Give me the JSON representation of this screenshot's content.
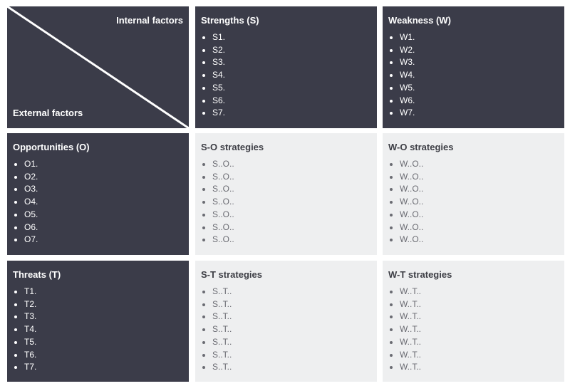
{
  "corner": {
    "internal_label": "Internal factors",
    "external_label": "External factors"
  },
  "strengths": {
    "title": "Strengths (S)",
    "items": [
      "S1.",
      "S2.",
      "S3.",
      "S4.",
      "S5.",
      "S6.",
      "S7."
    ]
  },
  "weakness": {
    "title": "Weakness (W)",
    "items": [
      "W1.",
      "W2.",
      "W3.",
      "W4.",
      "W5.",
      "W6.",
      "W7."
    ]
  },
  "opportunities": {
    "title": "Opportunities (O)",
    "items": [
      "O1.",
      "O2.",
      "O3.",
      "O4.",
      "O5.",
      "O6.",
      "O7."
    ]
  },
  "threats": {
    "title": "Threats (T)",
    "items": [
      "T1.",
      "T2.",
      "T3.",
      "T4.",
      "T5.",
      "T6.",
      "T7."
    ]
  },
  "so": {
    "title": "S-O strategies",
    "items": [
      "S..O..",
      "S..O..",
      "S..O..",
      "S..O..",
      "S..O..",
      "S..O..",
      "S..O.."
    ]
  },
  "wo": {
    "title": "W-O strategies",
    "items": [
      "W..O..",
      "W..O..",
      "W..O..",
      "W..O..",
      "W..O..",
      "W..O..",
      "W..O.."
    ]
  },
  "st": {
    "title": "S-T strategies",
    "items": [
      "S..T..",
      "S..T..",
      "S..T..",
      "S..T..",
      "S..T..",
      "S..T..",
      "S..T.."
    ]
  },
  "wt": {
    "title": "W-T strategies",
    "items": [
      "W..T..",
      "W..T..",
      "W..T..",
      "W..T..",
      "W..T..",
      "W..T..",
      "W..T.."
    ]
  },
  "colors": {
    "dark_cell": "#3b3c49",
    "light_cell": "#eeeff0",
    "dark_text": "#ffffff",
    "light_title": "#3d3e45",
    "light_item": "#6a6b72"
  }
}
